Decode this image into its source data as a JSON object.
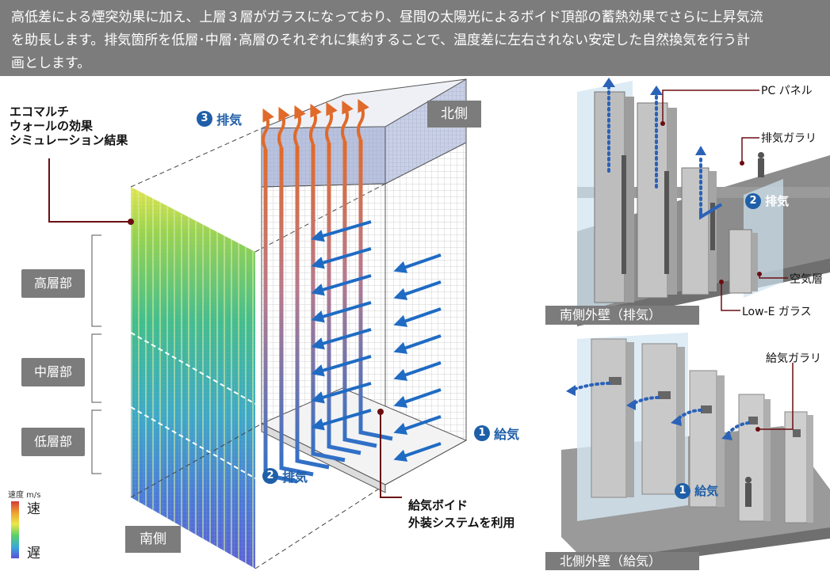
{
  "header": {
    "lines": [
      "高低差による煙突効果に加え、上層３層がガラスになっており、昼間の太陽光によるボイド頂部の蓄熱効果でさらに上昇気流",
      "を助長します。排気箇所を低層･中層･高層のそれぞれに集約することで、温度差に左右されない安定した自然換気を行う計",
      "画とします。"
    ]
  },
  "left_diagram": {
    "sim_title_lines": [
      "エコマルチ",
      "ウォールの効果",
      "シミュレーション結果"
    ],
    "zones": [
      "高層部",
      "中層部",
      "低層部"
    ],
    "legend": {
      "title": "速度 m/s",
      "fast": "速",
      "slow": "遅"
    },
    "face_south": "南側",
    "face_north": "北側",
    "exhaust3": {
      "num": "3",
      "label": "排気"
    },
    "exhaust2": {
      "num": "2",
      "label": "排気"
    },
    "supply1": {
      "num": "1",
      "label": "給気"
    },
    "void_lines": [
      "給気ボイド",
      "外装システムを利用"
    ]
  },
  "right_top": {
    "caption": "南側外壁（排気）",
    "labels": {
      "pc_panel": "PC パネル",
      "exhaust_gallery": "排気ガラリ",
      "air_layer": "空気層",
      "low_e": "Low-E ガラス"
    },
    "badge": {
      "num": "2",
      "label": "排気"
    }
  },
  "right_bottom": {
    "caption": "北側外壁（給気）",
    "labels": {
      "supply_gallery": "給気ガラリ"
    },
    "badge": {
      "num": "1",
      "label": "給気"
    }
  },
  "colors": {
    "header_bg": "#7c7c7c",
    "badge_blue": "#1f5fa8",
    "arrow_blue": "#1f6bc4",
    "arrow_orange": "#e06a2a",
    "accent_red": "#6b0e12"
  }
}
